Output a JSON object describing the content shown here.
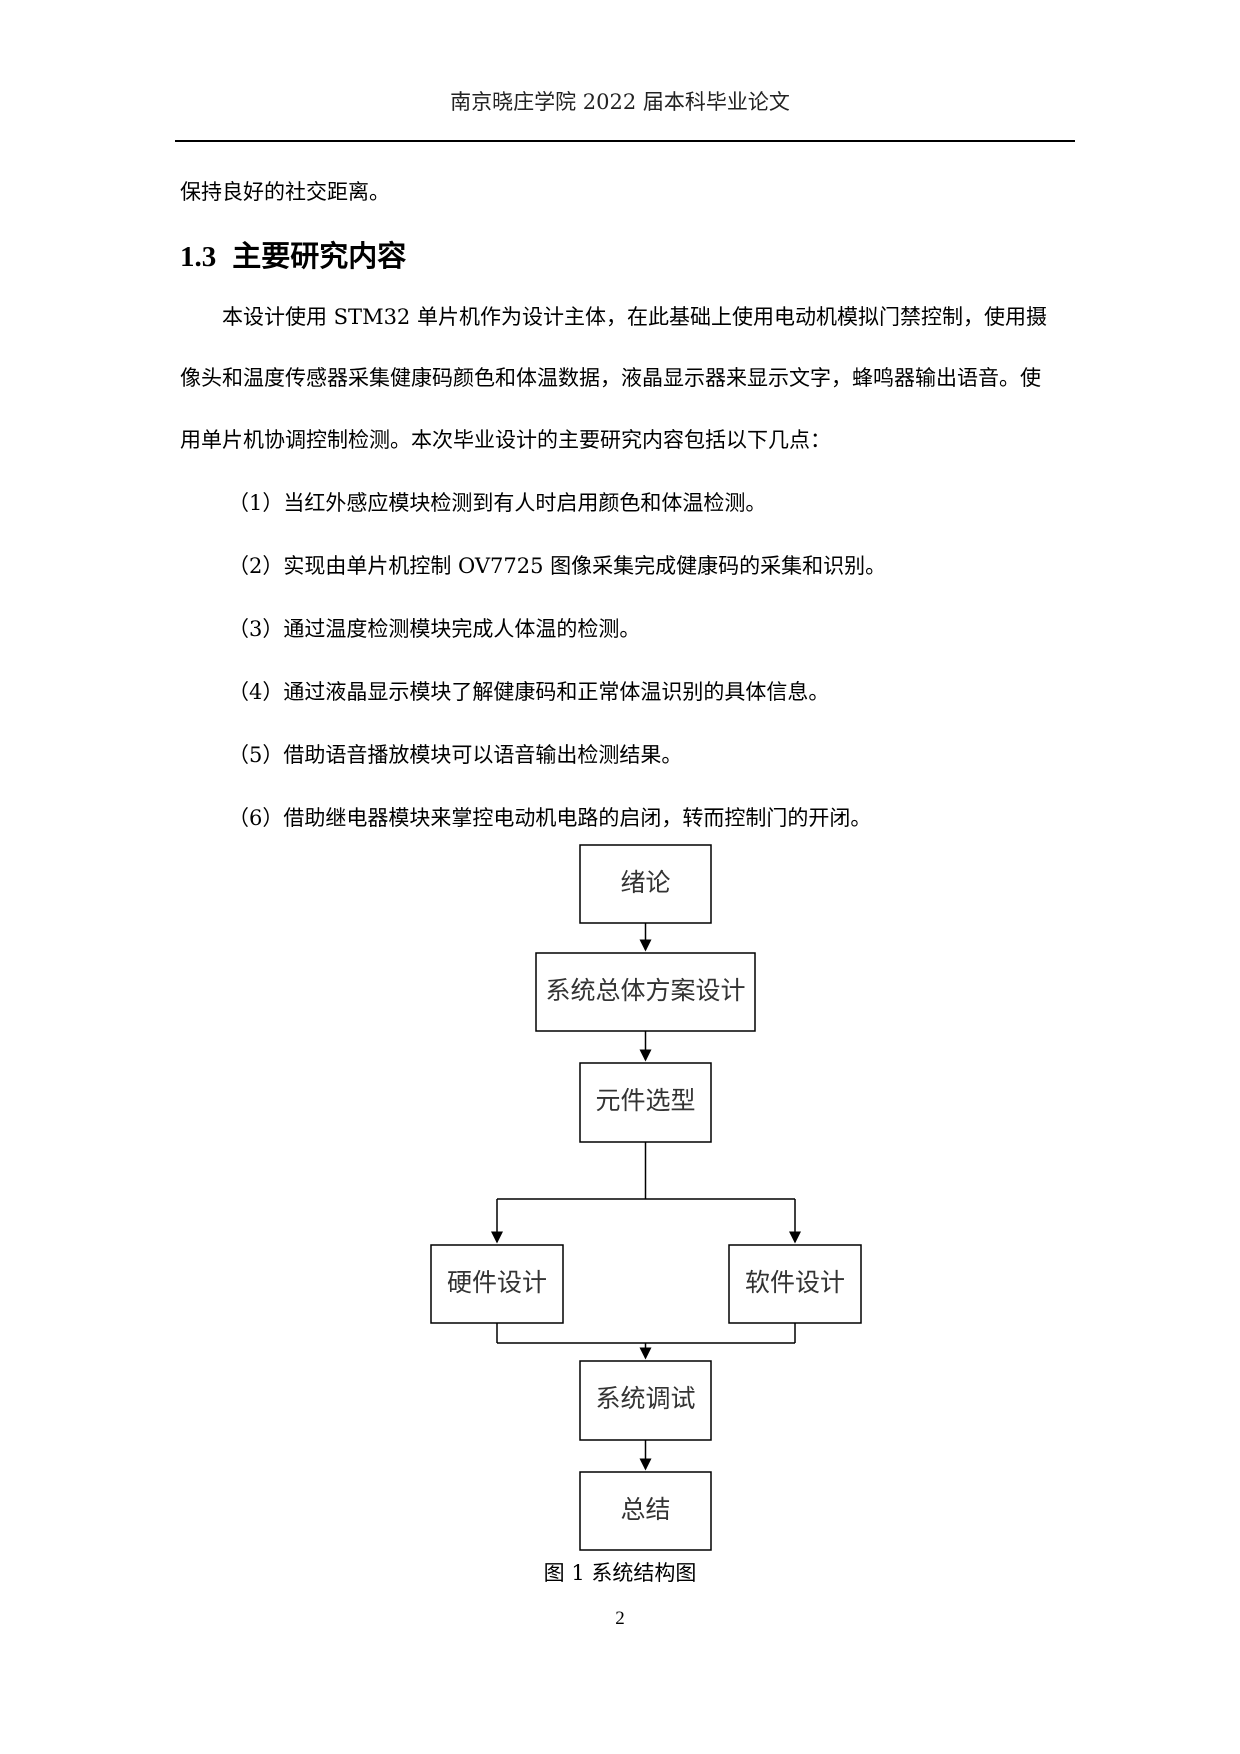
{
  "header": {
    "title": "南京晓庄学院 2022 届本科毕业论文"
  },
  "intro_line": "保持良好的社交距离。",
  "section": {
    "number": "1.3",
    "title": "主要研究内容"
  },
  "paragraph": {
    "line1": "本设计使用 STM32 单片机作为设计主体，在此基础上使用电动机模拟门禁控制，使用摄",
    "line2": "像头和温度传感器采集健康码颜色和体温数据，液晶显示器来显示文字，蜂鸣器输出语音。使",
    "line3": "用单片机协调控制检测。本次毕业设计的主要研究内容包括以下几点："
  },
  "items": [
    "（1）当红外感应模块检测到有人时启用颜色和体温检测。",
    "（2）实现由单片机控制 OV7725 图像采集完成健康码的采集和识别。",
    "（3）通过温度检测模块完成人体温的检测。",
    "（4）通过液晶显示模块了解健康码和正常体温识别的具体信息。",
    "（5）借助语音播放模块可以语音输出检测结果。",
    "（6）借助继电器模块来掌控电动机电路的启闭，转而控制门的开闭。"
  ],
  "flowchart": {
    "nodes": {
      "intro": "绪论",
      "overall": "系统总体方案设计",
      "components": "元件选型",
      "hardware": "硬件设计",
      "software": "软件设计",
      "debug": "系统调试",
      "summary": "总结"
    }
  },
  "figure_caption": "图 1  系统结构图",
  "page_number": "2"
}
